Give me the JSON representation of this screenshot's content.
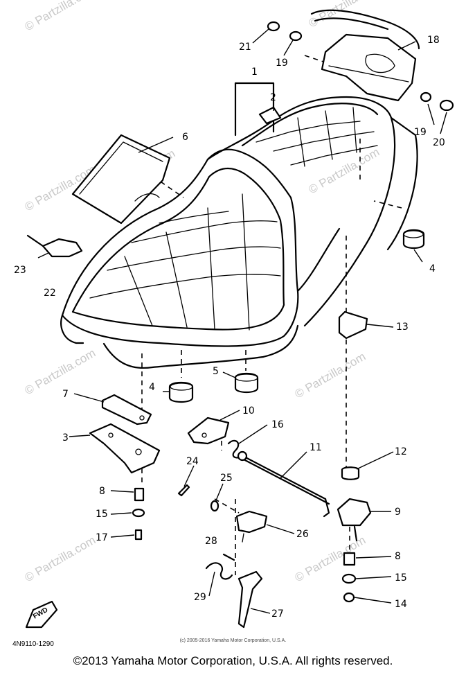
{
  "watermark": "© Partzilla.com",
  "part_code": "4N9110-1290",
  "fwd_label": "FWD",
  "small_copyright": "(c) 2005-2016 Yamaha Motor Corporation, U.S.A.",
  "footer_copyright": "©2013 Yamaha Motor Corporation, U.S.A. All rights reserved.",
  "callouts": {
    "c1": "1",
    "c2": "2",
    "c3": "3",
    "c4a": "4",
    "c4b": "4",
    "c5": "5",
    "c6": "6",
    "c7": "7",
    "c8a": "8",
    "c8b": "8",
    "c9": "9",
    "c10": "10",
    "c11": "11",
    "c12": "12",
    "c13": "13",
    "c14": "14",
    "c15a": "15",
    "c15b": "15",
    "c16": "16",
    "c17": "17",
    "c18": "18",
    "c19a": "19",
    "c19b": "19",
    "c20": "20",
    "c21": "21",
    "c22": "22",
    "c23": "23",
    "c24": "24",
    "c25": "25",
    "c26": "26",
    "c27": "27",
    "c28": "28",
    "c29": "29"
  }
}
